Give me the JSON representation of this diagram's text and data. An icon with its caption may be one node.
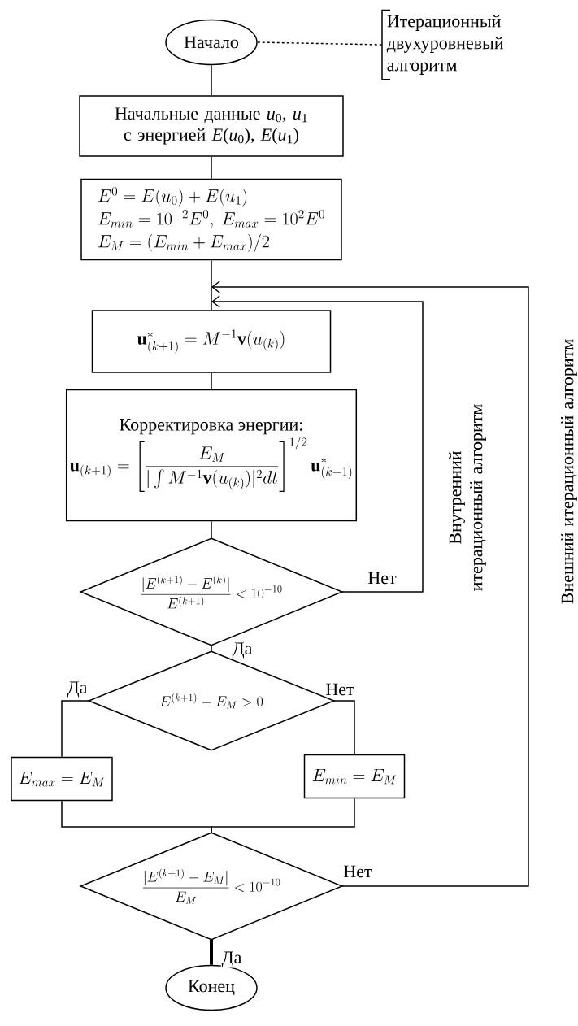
{
  "diagram": {
    "nodes": [
      {
        "text": [
          "Начало"
        ]
      },
      {
        "text": [
          "Итерационный двухуровневый алгоритм"
        ]
      },
      {
        "text": [
          "Начальные данные *u*$_{0}$, *u*$_{1}$ с энергией *E*(*u*$_{0}$), *E*(*u*$_{1}$)"
        ]
      },
      {
        "text": [
          "E^{0}=E(u_{0})+E(u_{1})",
          "E_{min}=10^{-2}E^{0},\\ E_{max}=10^{2}E^{0}",
          "E_{M}=(E_{min}+E_{max})/2"
        ]
      },
      {
        "text": [
          "\\mathbf{u}^{*}_{(k+1)}=M^{-1}\\mathbf{v}(u_{(k)})"
        ]
      },
      {
        "text": [
          "Корректировка энергии:",
          "\\mathbf{u}_{(k+1)}=\\left[\\frac{E_{M}}{|\\int M^{-1}\\mathbf{v}(u_{(k)})|^{2}dt}\\right]^{1/2}\\mathbf{u}^{*}_{(k+1)}"
        ]
      },
      {
        "text": [
          "\\frac{|E^{(k+1)}-E^{(k)}|}{E^{(k+1)}}<10^{-10}"
        ]
      },
      {
        "text": [
          "E^{(k+1)}-E_{M}>0"
        ]
      },
      {
        "text": [
          "E_{max}=E_{M}"
        ]
      },
      {
        "text": [
          "E_{min}=E_{M}"
        ]
      },
      {
        "text": [
          "\\frac{|E^{(k+1)}-E_{M}|}{E_{M}}<10^{-10}"
        ]
      },
      {
        "text": [
          "Конец"
        ]
      }
    ],
    "edges": [
      {
        "from": 0,
        "to": 1,
        "arrow": "none",
        "style": "dashed"
      },
      {
        "from": 0,
        "to": 2,
        "arrow": "none"
      },
      {
        "from": 2,
        "to": 3,
        "arrow": "none"
      },
      {
        "from": 3,
        "to": 4,
        "arrow": "none"
      },
      {
        "from": 4,
        "to": 5,
        "arrow": "none"
      },
      {
        "from": 5,
        "to": 6,
        "arrow": "none"
      },
      {
        "from": 6,
        "to": 7,
        "arrow": "none",
        "label": "Да"
      },
      {
        "from": 7,
        "to": 8,
        "arrow": "none",
        "label": "Да"
      },
      {
        "from": 7,
        "to": 9,
        "arrow": "none",
        "label": "Нет"
      },
      {
        "from": 8,
        "to": 10,
        "arrow": "none"
      },
      {
        "from": 9,
        "to": 10,
        "arrow": "none"
      },
      {
        "from": 10,
        "to": 11,
        "arrow": "none",
        "style": "thick",
        "label": "Да"
      },
      {
        "from": 6,
        "to": 4,
        "arrow": "to",
        "label": "Нет"
      },
      {
        "from": 10,
        "to": 4,
        "arrow": "to",
        "label": "Нет"
      }
    ],
    "labels": [
      "Внутренний итерационный алгоритм",
      "Внешний итерационный алгоритм"
    ]
  }
}
